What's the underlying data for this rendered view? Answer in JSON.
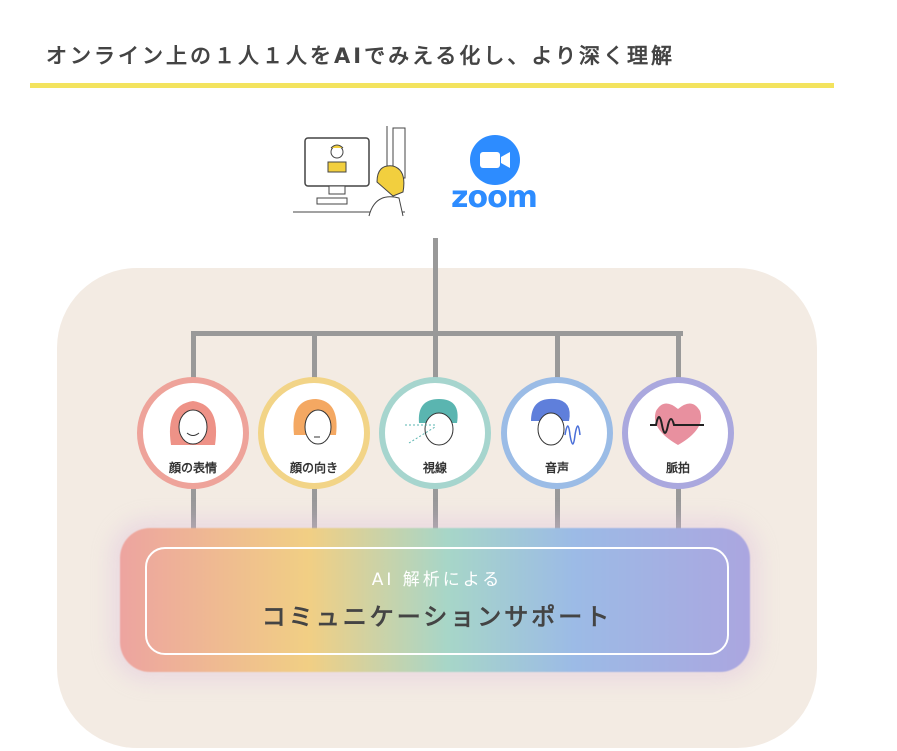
{
  "heading": "オンライン上の１人１人をAIでみえる化し、より深く理解",
  "logo": {
    "text": "zoom",
    "color": "#2d8cff"
  },
  "factors": [
    {
      "label": "顔の表情",
      "color": "#eea39a"
    },
    {
      "label": "顔の向き",
      "color": "#f2d487"
    },
    {
      "label": "視線",
      "color": "#a6d5ce"
    },
    {
      "label": "音声",
      "color": "#9bbce6"
    },
    {
      "label": "脈拍",
      "color": "#aaa8de"
    }
  ],
  "result": {
    "subtitle": "AI 解析による",
    "title": "コミュニケーションサポート"
  }
}
